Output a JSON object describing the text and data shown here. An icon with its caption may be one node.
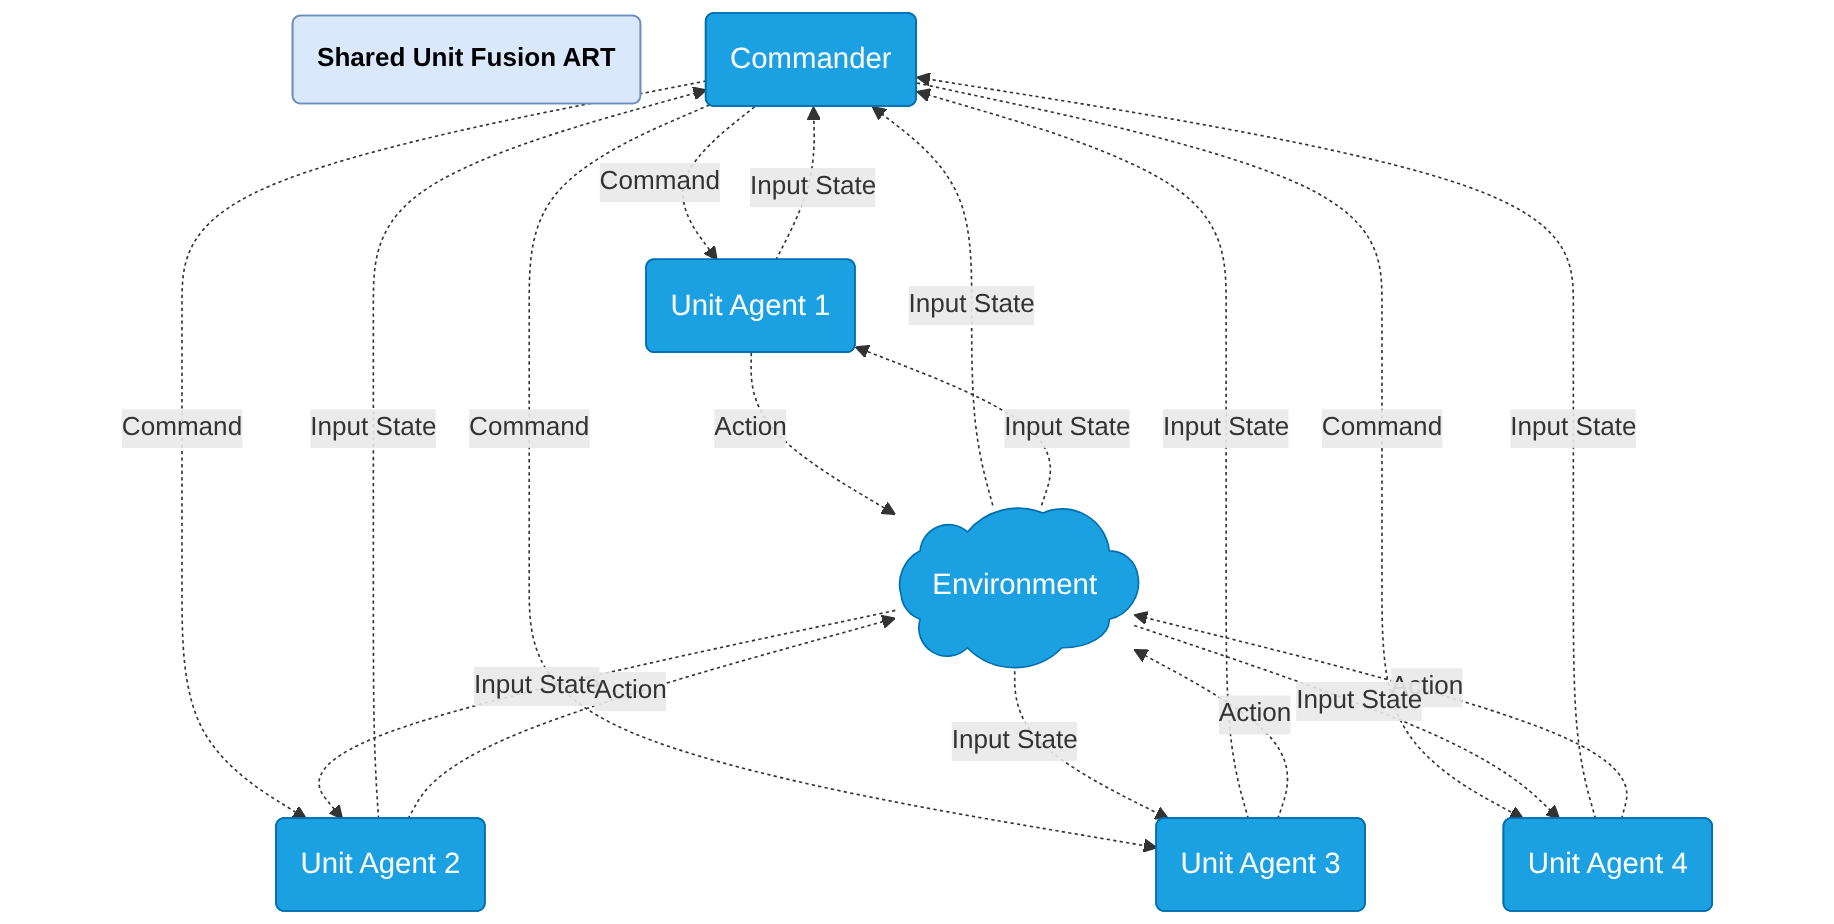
{
  "diagram": {
    "nodes": [
      {
        "text": [
          "Commander"
        ]
      },
      {
        "text": [
          "Shared Unit Fusion ART"
        ]
      },
      {
        "text": [
          "Unit Agent 1"
        ]
      },
      {
        "text": [
          "Unit Agent 2"
        ]
      },
      {
        "text": [
          "Unit Agent 3"
        ]
      },
      {
        "text": [
          "Unit Agent 4"
        ]
      },
      {
        "text": [
          "Environment"
        ]
      }
    ],
    "edges": [
      {
        "from": 2,
        "to": 0,
        "arrow": "to",
        "label": "Input State",
        "style": "dashed"
      },
      {
        "from": 0,
        "to": 2,
        "arrow": "to",
        "label": "Command",
        "style": "dashed"
      },
      {
        "from": 3,
        "to": 0,
        "arrow": "to",
        "label": "Input State",
        "style": "dashed"
      },
      {
        "from": 0,
        "to": 3,
        "arrow": "to",
        "label": "Command",
        "style": "dashed"
      },
      {
        "from": 6,
        "to": 0,
        "arrow": "to",
        "label": "Input State",
        "style": "dashed"
      },
      {
        "from": 0,
        "to": 4,
        "arrow": "to",
        "label": "Command",
        "style": "dashed"
      },
      {
        "from": 4,
        "to": 0,
        "arrow": "to",
        "label": "Input State",
        "style": "dashed"
      },
      {
        "from": 0,
        "to": 5,
        "arrow": "to",
        "label": "Command",
        "style": "dashed"
      },
      {
        "from": 5,
        "to": 0,
        "arrow": "to",
        "label": "Input State",
        "style": "dashed"
      },
      {
        "from": 6,
        "to": 2,
        "arrow": "to",
        "label": "Input State",
        "style": "dashed"
      },
      {
        "from": 2,
        "to": 6,
        "arrow": "to",
        "label": "Action",
        "style": "dashed"
      },
      {
        "from": 6,
        "to": 3,
        "arrow": "to",
        "label": "Input State",
        "style": "dashed"
      },
      {
        "from": 3,
        "to": 6,
        "arrow": "to",
        "label": "Action",
        "style": "dashed"
      },
      {
        "from": 4,
        "to": 6,
        "arrow": "to",
        "label": "Action",
        "style": "dashed"
      },
      {
        "from": 6,
        "to": 4,
        "arrow": "to",
        "label": "Input State",
        "style": "dashed"
      },
      {
        "from": 5,
        "to": 6,
        "arrow": "to",
        "label": "Action",
        "style": "dashed"
      },
      {
        "from": 6,
        "to": 5,
        "arrow": "to",
        "label": "Input State",
        "style": "dashed"
      }
    ]
  }
}
